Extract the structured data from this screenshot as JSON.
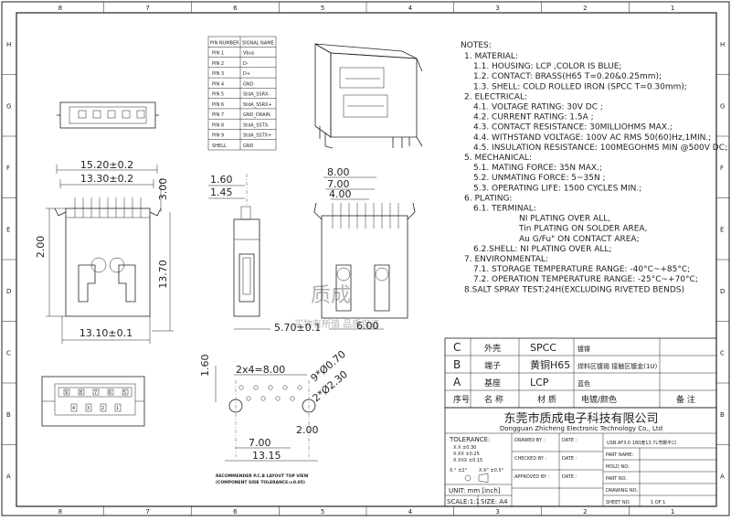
{
  "frame": {
    "row_labels": [
      "H",
      "G",
      "F",
      "E",
      "D",
      "C",
      "B",
      "A"
    ],
    "col_labels": [
      "8",
      "7",
      "6",
      "5",
      "4",
      "3",
      "2",
      "1"
    ]
  },
  "pin_table": {
    "headers": [
      "PIN NUMBER",
      "SIGNAL NAME"
    ],
    "rows": [
      [
        "PIN 1",
        "Vbus"
      ],
      [
        "PIN 2",
        "D-"
      ],
      [
        "PIN 3",
        "D+"
      ],
      [
        "PIN 4",
        "GND"
      ],
      [
        "PIN 5",
        "StdA_SSRX-"
      ],
      [
        "PIN 6",
        "StdA_SSRX+"
      ],
      [
        "PIN 7",
        "GND_DRAIN"
      ],
      [
        "PIN 8",
        "StdA_SSTX-"
      ],
      [
        "PIN 9",
        "StdA_SSTX+"
      ],
      [
        "SHELL",
        "GND"
      ]
    ]
  },
  "notes": {
    "title": "NOTES:",
    "lines": [
      "1. MATERIAL:",
      "1.1. HOUSING: LCP ,COLOR IS BLUE;",
      "1.2. CONTACT: BRASS(H65 T=0.20&0.25mm);",
      "1.3. SHELL: COLD ROLLED IRON (SPCC T=0.30mm);",
      "2. ELECTRICAL:",
      "4.1. VOLTAGE RATING: 30V DC ;",
      "4.2. CURRENT RATING: 1.5A ;",
      "4.3. CONTACT RESISTANCE: 30MILLIOHMS MAX.;",
      "4.4. WITHSTAND VOLTAGE: 100V AC RMS 50(60)Hz,1MIN.;",
      "4.5. INSULATION RESISTANCE: 100MEGOHMS MIN @500V DC;",
      "5. MECHANICAL:",
      "5.1. MATING FORCE: 35N MAX.;",
      "5.2. UNMATING FORCE: 5~35N ;",
      "5.3. OPERATING LIFE: 1500 CYCLES MIN.;",
      "6. PLATING:",
      "6.1. TERMINAL:",
      "NI PLATING OVER ALL,",
      "Tin PLATING ON SOLDER AREA,",
      "Au G/Fu\" ON CONTACT AREA;",
      "6.2.SHELL: NI PLATING OVER ALL;",
      "7. ENVIRONMENTAL:",
      "7.1. STORAGE TEMPERATURE RANGE: -40°C~+85°C;",
      "7.2. OPERATION TEMPERATURE RANGE: -25°C~+70°C;",
      "8.SALT SPRAY TEST:24H(EXCLUDING RIVETED BENDS)"
    ]
  },
  "dims": {
    "front_width_outer": "15.20±0.2",
    "front_width_inner": "13.30±0.2",
    "front_height": "2.00",
    "front_side_dim": "3.00",
    "front_depth": "13.70",
    "front_bottom": "13.10±0.1",
    "side_top1": "1.60",
    "side_top2": "1.45",
    "side_bottom": "5.70±0.1",
    "rear_top1": "8.00",
    "rear_top2": "7.00",
    "rear_top3": "4.00",
    "rear_bottom": "6.00",
    "pcb_pitch": "2x4=8.00",
    "pcb_hole_small": "9*Ø0.70",
    "pcb_hole_large": "2*Ø2.30",
    "pcb_left": "1.60",
    "pcb_right": "2.00",
    "pcb_bottom1": "7.00",
    "pcb_bottom2": "13.15",
    "pcb_caption1": "RECOMMENDER P.C.B LAYOUT TOP VIEW",
    "pcb_caption2": "(COMPONENT SIDE TOLERANCE:±0.05)",
    "pin_numbers_top": [
      "9",
      "8",
      "7",
      "6",
      "5"
    ],
    "pin_numbers_bottom": [
      "4",
      "3",
      "2",
      "1"
    ]
  },
  "watermark": {
    "text1": "质成",
    "text2": "买物有所值 品质保证"
  },
  "bom": {
    "rows": [
      {
        "letter": "C",
        "part": "外壳",
        "material": "SPCC",
        "finish": "镀镍"
      },
      {
        "letter": "B",
        "part": "端子",
        "material": "黄铜H65",
        "finish": "焊料区镀锡  接触区镀金(1U)"
      },
      {
        "letter": "A",
        "part": "基座",
        "material": "LCP",
        "finish": "蓝色"
      }
    ],
    "header": {
      "no": "序号",
      "name": "名 称",
      "material": "材 质",
      "finish": "电镀/颜色",
      "remark": "备 注"
    }
  },
  "title_block": {
    "company_cn": "东莞市质成电子科技有限公司",
    "company_en": "Dongguan Zhicheng Electronic Technology Co., Ltd",
    "tolerance_title": "TOLERANCE:",
    "tol_x": "X.X  ±0.30",
    "tol_xx": "X.XX  ±0.25",
    "tol_xxx": "X.XXX  ±0.15",
    "angle1": "X.° ±2°",
    "angle2": "X.X° ±0.5°",
    "unit": "UNIT:  mm  [inch]",
    "scale": "SCALE:1:1",
    "size": "SIZE: A4",
    "drawed_by": "DRAWED BY :",
    "checked_by": "CHECKED BY :",
    "approved_by": "APPROVED BY :",
    "date": "DATE :",
    "description": "USB AF3.0 180度13.7L弯脚平口",
    "part_name": "PART NAME:",
    "mold_no": "MOLD NO.",
    "part_no": "PART NO.",
    "drawing_no": "DRAWING NO.",
    "sheet_no": "SHEET NO.",
    "sheet_value": "1 OF 1"
  }
}
